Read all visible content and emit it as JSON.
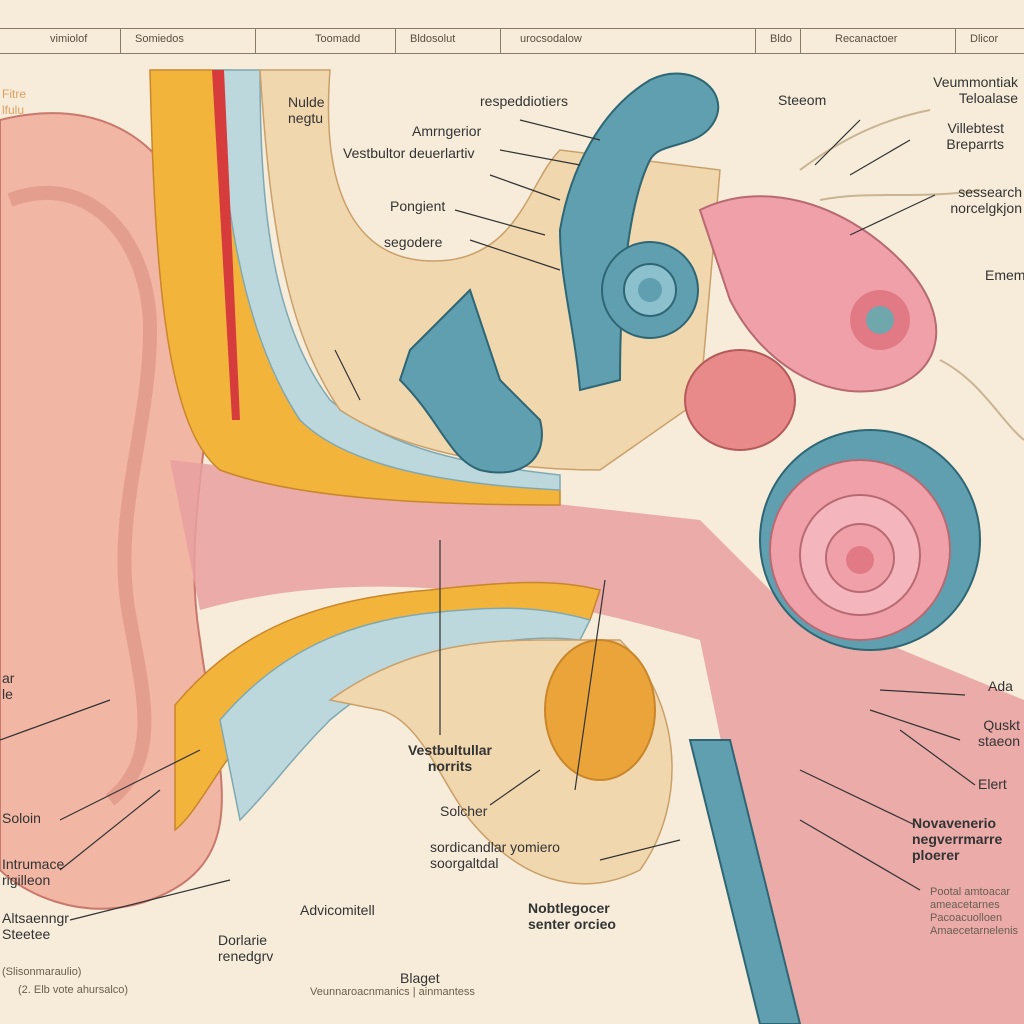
{
  "header": {
    "cells": [
      "vimiolof",
      "Somiedos",
      "Toomadd",
      "Bldosolut",
      "urocsodalow",
      "Bldo",
      "Recanactoer",
      "Dlicor"
    ]
  },
  "labels": {
    "nulde": "Nulde\nnegtu",
    "respeddiotiers": "respeddiotiers",
    "amrngerior": "Amrngerior",
    "vestbulter": "Vestbultor deuerlartiv",
    "pongient": "Pongient",
    "segodere": "segodere",
    "steeom": "Steeom",
    "veummontiak": "Veummontiak\nTeloalase",
    "villebtest": "Villebtest\nBreparrts",
    "sessearch": "sessearch\nnorcelgkjon",
    "emem": "Emem",
    "vestbultular": "Vestbultullar\nnorrits",
    "solcher": "Solcher",
    "sordicandular": "sordicandlar yomiero\nsoorgaltdal",
    "ada": "Ada",
    "quskt": "Quskt\nstaeon",
    "elert": "Elert",
    "novavenerio": "Novavenerio\nnegverrmarre\nploerer",
    "advicomitell": "Advicomitell",
    "nobtegocer": "Nobtlegocer\nsenter orcieo",
    "dorlarie": "Dorlarie\nrenedgrv",
    "blaget": "Blaget",
    "soloin": "Soloin",
    "intrumace": "Intrumace\nrigilleon",
    "altsaenngr": "Altsaenngr\nSteetee",
    "left_faint": "Fitre\nlfulu",
    "left_ar": "ar\nle",
    "left_bottom1": "(Slisonmaraulio)",
    "left_bottom2": "(2. Elb vote ahursalco)",
    "bottom_center": "Veunnaroacnmanics | ainmantess",
    "right_notes": "Pootal amtoacar\nameacetarnes\nPacoacuolloen\nAmaecetarnelenis"
  },
  "colors": {
    "background": "#f6ecd9",
    "skin": "#f2b6a4",
    "skin_shade": "#d98a7c",
    "bone": "#f0c98f",
    "yellow_tissue": "#f3b43c",
    "blue_canal": "#5f9fb0",
    "pink_cochlea": "#f0a0a8"
  }
}
